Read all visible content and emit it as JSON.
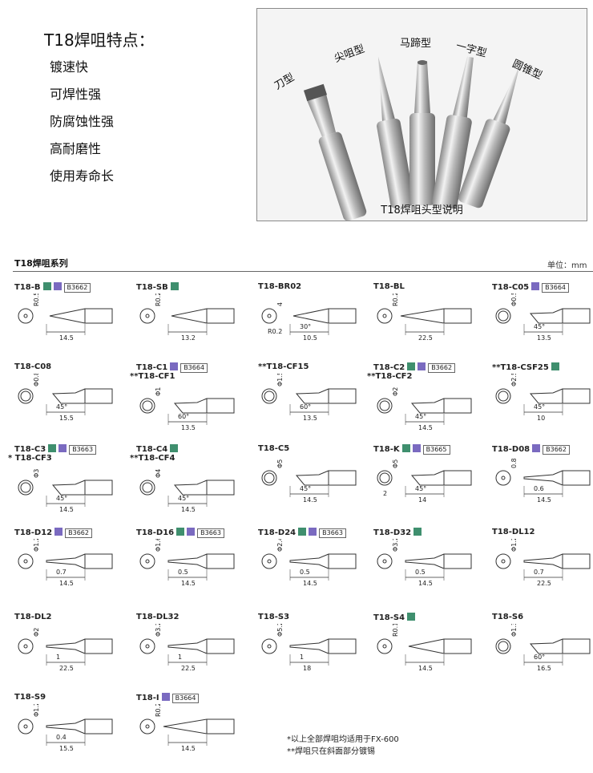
{
  "features": {
    "title": "T18焊咀特点：",
    "items": [
      "镀速快",
      "可焊性强",
      "防腐蚀性强",
      "高耐磨性",
      "使用寿命长"
    ]
  },
  "photo": {
    "caption": "T18焊咀头型说明",
    "types": [
      "刀型",
      "尖咀型",
      "马蹄型",
      "一字型",
      "圆锥型"
    ]
  },
  "series": {
    "title": "T18焊咀系列",
    "unit": "单位：mm"
  },
  "tips": [
    {
      "name": "T18-B",
      "name2": "",
      "green": true,
      "purple": true,
      "code": "B3662",
      "shape": "cone",
      "dims": [
        "R0.5",
        "14.5"
      ]
    },
    {
      "name": "T18-SB",
      "name2": "",
      "green": true,
      "purple": false,
      "code": "",
      "shape": "cone",
      "dims": [
        "R0.2",
        "13.2"
      ]
    },
    {
      "name": "T18-BR02",
      "name2": "",
      "green": false,
      "purple": false,
      "code": "",
      "shape": "bent",
      "dims": [
        "4",
        "30°",
        "R0.2",
        "10.5"
      ]
    },
    {
      "name": "T18-BL",
      "name2": "",
      "green": false,
      "purple": false,
      "code": "",
      "shape": "long",
      "dims": [
        "R0.2",
        "22.5"
      ]
    },
    {
      "name": "T18-C05",
      "name2": "",
      "green": false,
      "purple": true,
      "code": "B3664",
      "shape": "bevel",
      "dims": [
        "Φ0.5",
        "45°",
        "13.5"
      ]
    },
    {
      "name": "T18-C08",
      "name2": "",
      "green": false,
      "purple": false,
      "code": "",
      "shape": "bevel",
      "dims": [
        "Φ0.8",
        "45°",
        "15.5"
      ]
    },
    {
      "name": "T18-C1",
      "name2": "**T18-CF1",
      "green": false,
      "purple": true,
      "code": "B3664",
      "shape": "bevel",
      "dims": [
        "Φ1",
        "60°",
        "13.5"
      ]
    },
    {
      "name": "**T18-CF15",
      "name2": "",
      "green": false,
      "purple": false,
      "code": "",
      "shape": "bevel",
      "dims": [
        "Φ1.5",
        "60°",
        "13.5"
      ]
    },
    {
      "name": "T18-C2",
      "name2": "**T18-CF2",
      "green": true,
      "purple": true,
      "code": "B3662",
      "shape": "bevel",
      "dims": [
        "Φ2",
        "45°",
        "14.5"
      ]
    },
    {
      "name": "**T18-CSF25",
      "name2": "",
      "green": true,
      "purple": false,
      "code": "",
      "shape": "bevel",
      "dims": [
        "Φ2.5",
        "45°",
        "10"
      ]
    },
    {
      "name": "T18-C3",
      "name2": "* T18-CF3",
      "green": true,
      "purple": true,
      "code": "B3663",
      "shape": "bevel",
      "dims": [
        "Φ3",
        "45°",
        "14.5"
      ]
    },
    {
      "name": "T18-C4",
      "name2": "**T18-CF4",
      "green": true,
      "purple": false,
      "code": "",
      "shape": "bevel",
      "dims": [
        "Φ4",
        "45°",
        "14.5"
      ]
    },
    {
      "name": "T18-C5",
      "name2": "",
      "green": false,
      "purple": false,
      "code": "",
      "shape": "bevel",
      "dims": [
        "Φ5",
        "45°",
        "14.5"
      ]
    },
    {
      "name": "T18-K",
      "name2": "",
      "green": true,
      "purple": true,
      "code": "B3665",
      "shape": "knife",
      "dims": [
        "Φ5",
        "45°",
        "2",
        "14"
      ]
    },
    {
      "name": "T18-D08",
      "name2": "",
      "green": false,
      "purple": true,
      "code": "B3662",
      "shape": "chisel",
      "dims": [
        "0.8",
        "0.6",
        "14.5"
      ]
    },
    {
      "name": "T18-D12",
      "name2": "",
      "green": false,
      "purple": true,
      "code": "B3662",
      "shape": "chisel",
      "dims": [
        "Φ1.2",
        "0.7",
        "14.5"
      ]
    },
    {
      "name": "T18-D16",
      "name2": "",
      "green": true,
      "purple": true,
      "code": "B3663",
      "shape": "chisel",
      "dims": [
        "Φ1.6",
        "0.5",
        "14.5"
      ]
    },
    {
      "name": "T18-D24",
      "name2": "",
      "green": true,
      "purple": true,
      "code": "B3663",
      "shape": "chisel",
      "dims": [
        "Φ2.4",
        "0.5",
        "14.5"
      ]
    },
    {
      "name": "T18-D32",
      "name2": "",
      "green": true,
      "purple": false,
      "code": "",
      "shape": "chisel",
      "dims": [
        "Φ3.2",
        "0.5",
        "14.5"
      ]
    },
    {
      "name": "T18-DL12",
      "name2": "",
      "green": false,
      "purple": false,
      "code": "",
      "shape": "chisel",
      "dims": [
        "Φ1.2",
        "0.7",
        "22.5"
      ]
    },
    {
      "name": "T18-DL2",
      "name2": "",
      "green": false,
      "purple": false,
      "code": "",
      "shape": "chisel",
      "dims": [
        "Φ2",
        "1",
        "22.5"
      ]
    },
    {
      "name": "T18-DL32",
      "name2": "",
      "green": false,
      "purple": false,
      "code": "",
      "shape": "chisel",
      "dims": [
        "Φ3.2",
        "1",
        "22.5"
      ]
    },
    {
      "name": "T18-S3",
      "name2": "",
      "green": false,
      "purple": false,
      "code": "",
      "shape": "chisel",
      "dims": [
        "Φ5.2",
        "1",
        "18"
      ]
    },
    {
      "name": "T18-S4",
      "name2": "",
      "green": true,
      "purple": false,
      "code": "",
      "shape": "cone",
      "dims": [
        "R0.125",
        "14.5"
      ]
    },
    {
      "name": "T18-S6",
      "name2": "",
      "green": false,
      "purple": false,
      "code": "",
      "shape": "bevel",
      "dims": [
        "Φ1.3",
        "60°",
        "16.5"
      ]
    },
    {
      "name": "T18-S9",
      "name2": "",
      "green": false,
      "purple": false,
      "code": "",
      "shape": "chisel",
      "dims": [
        "Φ1.2",
        "0.4",
        "15.5"
      ]
    },
    {
      "name": "T18-I",
      "name2": "",
      "green": false,
      "purple": true,
      "code": "B3664",
      "shape": "long",
      "dims": [
        "R0.2",
        "14.5"
      ]
    }
  ],
  "notes": [
    "*以上全部焊咀均适用于FX-600",
    "**焊咀只在斜面部分镀锡"
  ]
}
